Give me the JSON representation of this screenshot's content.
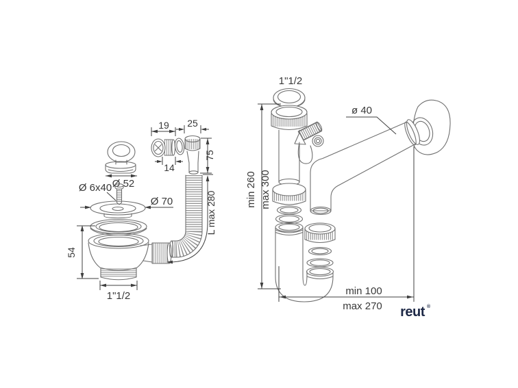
{
  "strainer": {
    "plug_diameter": "Ø 52",
    "screw_size": "Ø 6x40",
    "flange_diameter": "Ø 70",
    "body_height": "54",
    "outlet_thread": "1\"1/2"
  },
  "overflow": {
    "plug_width": "19",
    "nut_width": "25",
    "barrel_width": "14",
    "elbow_height": "75",
    "hose_length": "L max 280"
  },
  "siphon": {
    "inlet_thread": "1\"1/2",
    "outlet_diameter": "ø 40",
    "height_min": "min 260",
    "height_max": "max 300",
    "offset_min": "min 100",
    "offset_max": "max 270"
  },
  "brand": {
    "name": "reut",
    "mark": "®"
  },
  "colors": {
    "background": "#ffffff",
    "outline": "#6f6f6f",
    "ribs": "#8f8f8f",
    "dimension": "#3f3f3f",
    "brand": "#1d2846"
  }
}
